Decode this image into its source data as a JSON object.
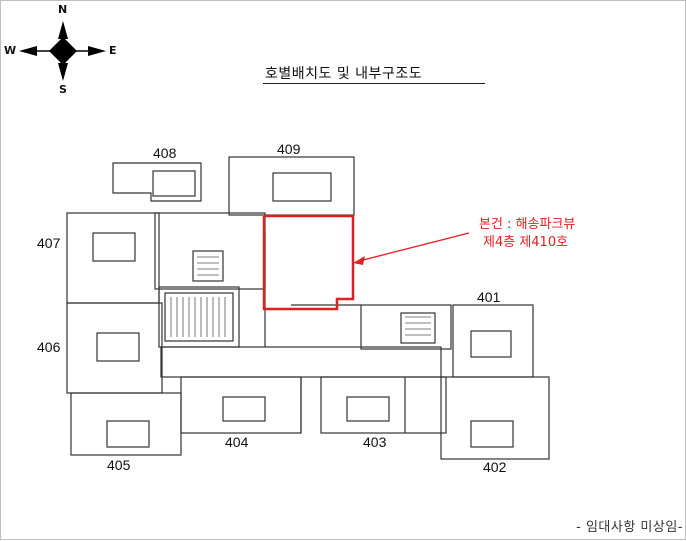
{
  "compass": {
    "n": "N",
    "s": "S",
    "e": "E",
    "w": "W"
  },
  "title": "호별배치도 및 내부구조도",
  "units": [
    "401",
    "402",
    "403",
    "404",
    "405",
    "406",
    "407",
    "408",
    "409"
  ],
  "annotation": {
    "line1": "본건 : 해송파크뷰",
    "line2": "제4층 제410호"
  },
  "footer": "- 임대사항 미상임-",
  "colors": {
    "highlight": "#e02020",
    "line": "#333333"
  }
}
